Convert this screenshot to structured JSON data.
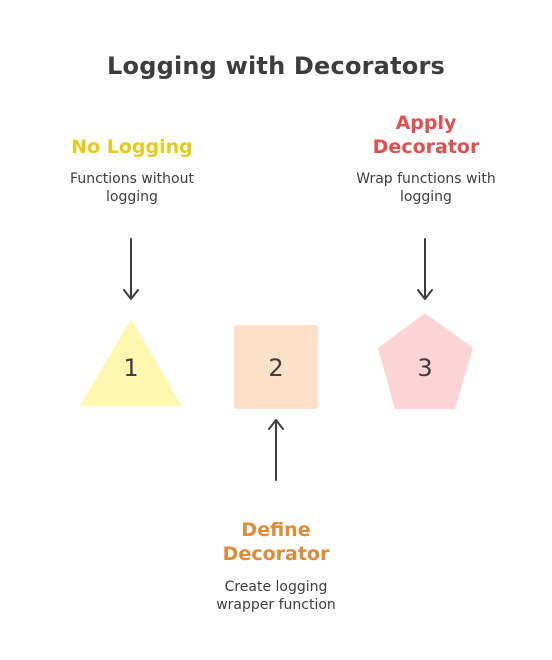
{
  "title": "Logging with Decorators",
  "steps": [
    {
      "number": "1",
      "title": "No Logging",
      "description": "Functions without logging",
      "color": "#fdf7b0"
    },
    {
      "number": "2",
      "title": "Define Decorator",
      "description": "Create logging wrapper function",
      "color": "#fde0c8"
    },
    {
      "number": "3",
      "title": "Apply Decorator",
      "description": "Wrap functions with logging",
      "color": "#fdd4d6"
    }
  ],
  "colors": {
    "step1_title": "#e6cc1a",
    "step2_title": "#e08a35",
    "step3_title": "#e05050",
    "text": "#3d3d3d"
  }
}
